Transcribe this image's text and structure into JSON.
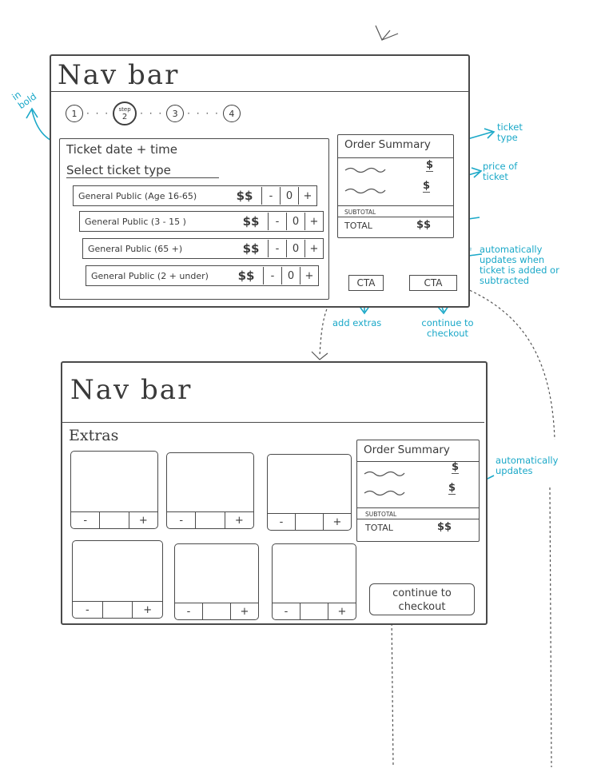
{
  "screen1": {
    "nav_title": "Nav bar",
    "steps": [
      "1",
      "2",
      "3",
      "4"
    ],
    "active_step_prefix": "step",
    "ticket_heading": "Ticket date + time",
    "select_heading": "Select ticket type",
    "tickets": [
      {
        "label": "General Public (Age 16-65)",
        "price": "$$",
        "minus": "-",
        "qty": "0",
        "plus": "+"
      },
      {
        "label": "General Public (3 - 15 )",
        "price": "$$",
        "minus": "-",
        "qty": "0",
        "plus": "+"
      },
      {
        "label": "General Public (65 +)",
        "price": "$$",
        "minus": "-",
        "qty": "0",
        "plus": "+"
      },
      {
        "label": "General Public (2 + under)",
        "price": "$$",
        "minus": "-",
        "qty": "0",
        "plus": "+"
      }
    ],
    "summary": {
      "title": "Order Summary",
      "line_price": "$",
      "subtotal_label": "SUBTOTAL",
      "total_label": "TOTAL",
      "total_value": "$$"
    },
    "cta_left": "CTA",
    "cta_right": "CTA"
  },
  "screen2": {
    "nav_title": "Nav bar",
    "extras_heading": "Extras",
    "tiles": [
      {
        "minus": "-",
        "qty": "",
        "plus": "+"
      },
      {
        "minus": "-",
        "qty": "",
        "plus": "+"
      },
      {
        "minus": "-",
        "qty": "",
        "plus": "+"
      },
      {
        "minus": "-",
        "qty": "",
        "plus": "+"
      },
      {
        "minus": "-",
        "qty": "",
        "plus": "+"
      },
      {
        "minus": "-",
        "qty": "",
        "plus": "+"
      }
    ],
    "summary": {
      "title": "Order Summary",
      "line_price": "$",
      "subtotal_label": "SUBTOTAL",
      "total_label": "TOTAL",
      "total_value": "$$"
    },
    "checkout_button": "continue to checkout"
  },
  "annotations": {
    "in_bold": "in bold",
    "ticket_type": "ticket type",
    "price_of_ticket": "price of ticket",
    "auto_updates_when": "automatically updates when ticket is added or subtracted",
    "add_extras": "add extras",
    "continue_to_checkout": "continue to checkout",
    "auto_updates": "automatically updates"
  },
  "colors": {
    "accent": "#1aa8c8",
    "ink": "#4a4a4a",
    "highlight": "#a8dbe7"
  }
}
